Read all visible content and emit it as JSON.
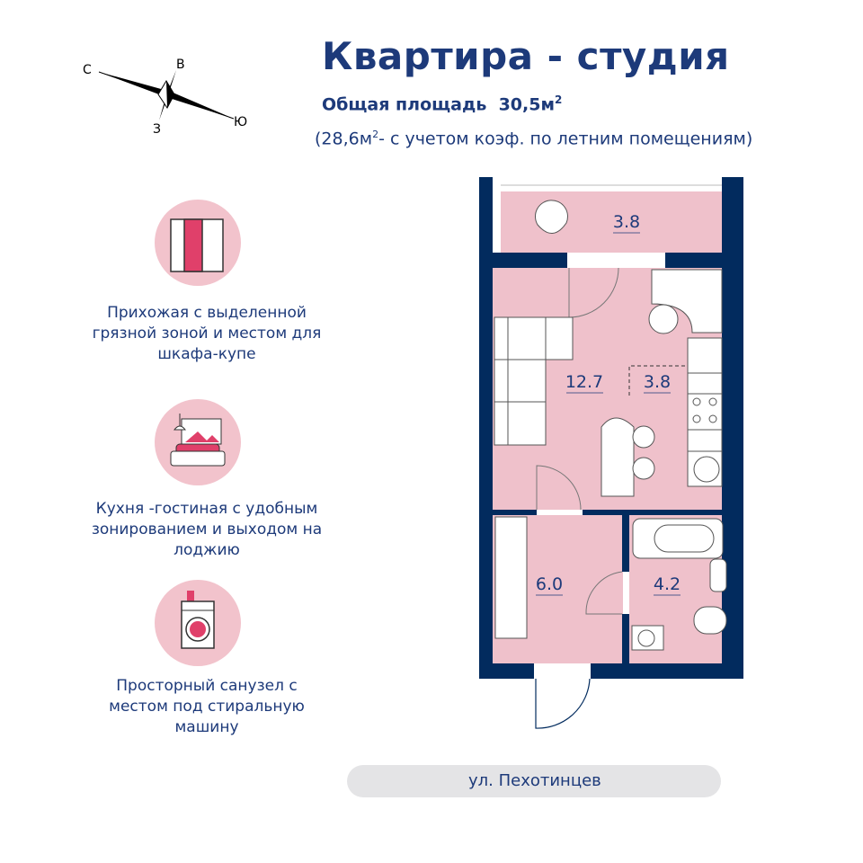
{
  "header": {
    "title": "Квартира - студия",
    "total_area_label": "Общая площадь",
    "total_area_value": "30,5м",
    "total_area_sup": "2",
    "note_prefix": "(28,6м",
    "note_sup": "2",
    "note_suffix": "- с учетом коэф. по летним помещениям)"
  },
  "compass": {
    "north": "С",
    "east": "В",
    "south": "Ю",
    "west": "З"
  },
  "features": [
    {
      "icon": "wardrobe-icon",
      "text": "Прихожая с выделенной грязной зоной  и местом для шкафа-купе"
    },
    {
      "icon": "living-room-icon",
      "text": "Кухня -гостиная с удобным зонированием и выходом на лоджию"
    },
    {
      "icon": "washing-machine-icon",
      "text": "Просторный санузел с местом под стиральную машину"
    }
  ],
  "plan": {
    "rooms": {
      "loggia": "3.8",
      "living": "12.7",
      "kitchen": "3.8",
      "hall": "6.0",
      "bathroom": "4.2"
    }
  },
  "street": "ул. Пехотинцев",
  "colors": {
    "wall": "#022b5e",
    "room": "#efc1cb",
    "text": "#1d3a7a",
    "accent": "#e0406a",
    "circle": "#f2c3cc"
  }
}
